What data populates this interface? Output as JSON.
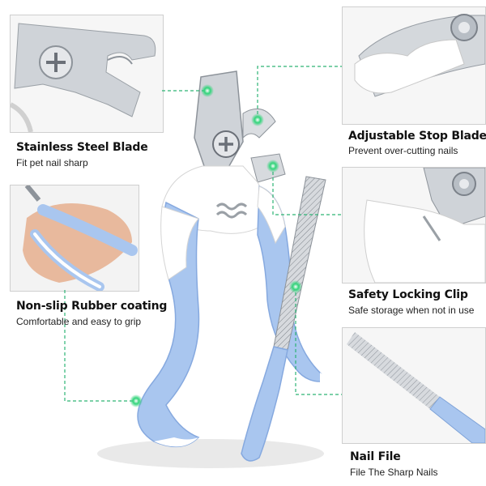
{
  "features": [
    {
      "title": "Stainless Steel Blade",
      "subtitle": "Fit pet nail sharp"
    },
    {
      "title": "Adjustable Stop Blade",
      "subtitle": "Prevent over-cutting nails"
    },
    {
      "title": "Non-slip Rubber coating",
      "subtitle": "Comfortable and easy to grip"
    },
    {
      "title": "Safety Locking Clip",
      "subtitle": "Safe storage when not in use"
    },
    {
      "title": "Nail File",
      "subtitle": "File The Sharp Nails"
    }
  ],
  "colors": {
    "handle_blue": "#a9c6ef",
    "handle_white": "#ffffff",
    "steel": "#c9cdd2",
    "marker_green": "#31d47a",
    "leader_line": "#2db374"
  },
  "icons": [
    "marker-dot-icon",
    "screw-icon"
  ]
}
